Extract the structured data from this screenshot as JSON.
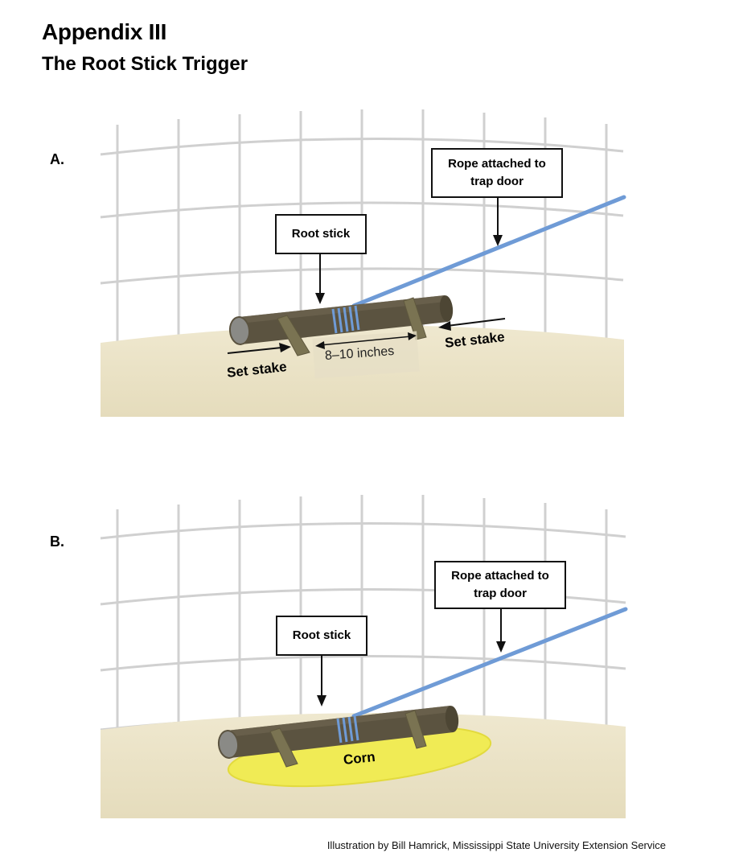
{
  "header": {
    "title": "Appendix III",
    "subtitle": "The Root Stick Trigger"
  },
  "panel_a": {
    "letter": "A.",
    "rope_callout": "Rope attached to trap door",
    "root_callout": "Root stick",
    "set_stake_left": "Set stake",
    "set_stake_right": "Set stake",
    "measurement": "8–10 inches"
  },
  "panel_b": {
    "letter": "B.",
    "rope_callout": "Rope attached to trap door",
    "root_callout": "Root stick",
    "corn_label": "Corn"
  },
  "colors": {
    "ground": "#ebe3c6",
    "stick": "#5b5340",
    "stake": "#7a7352",
    "rope": "#6f9bd6",
    "corn": "#f0eb55",
    "wire": "#d0d0d0"
  },
  "credit": "Illustration by Bill Hamrick, Mississippi State University Extension Service"
}
